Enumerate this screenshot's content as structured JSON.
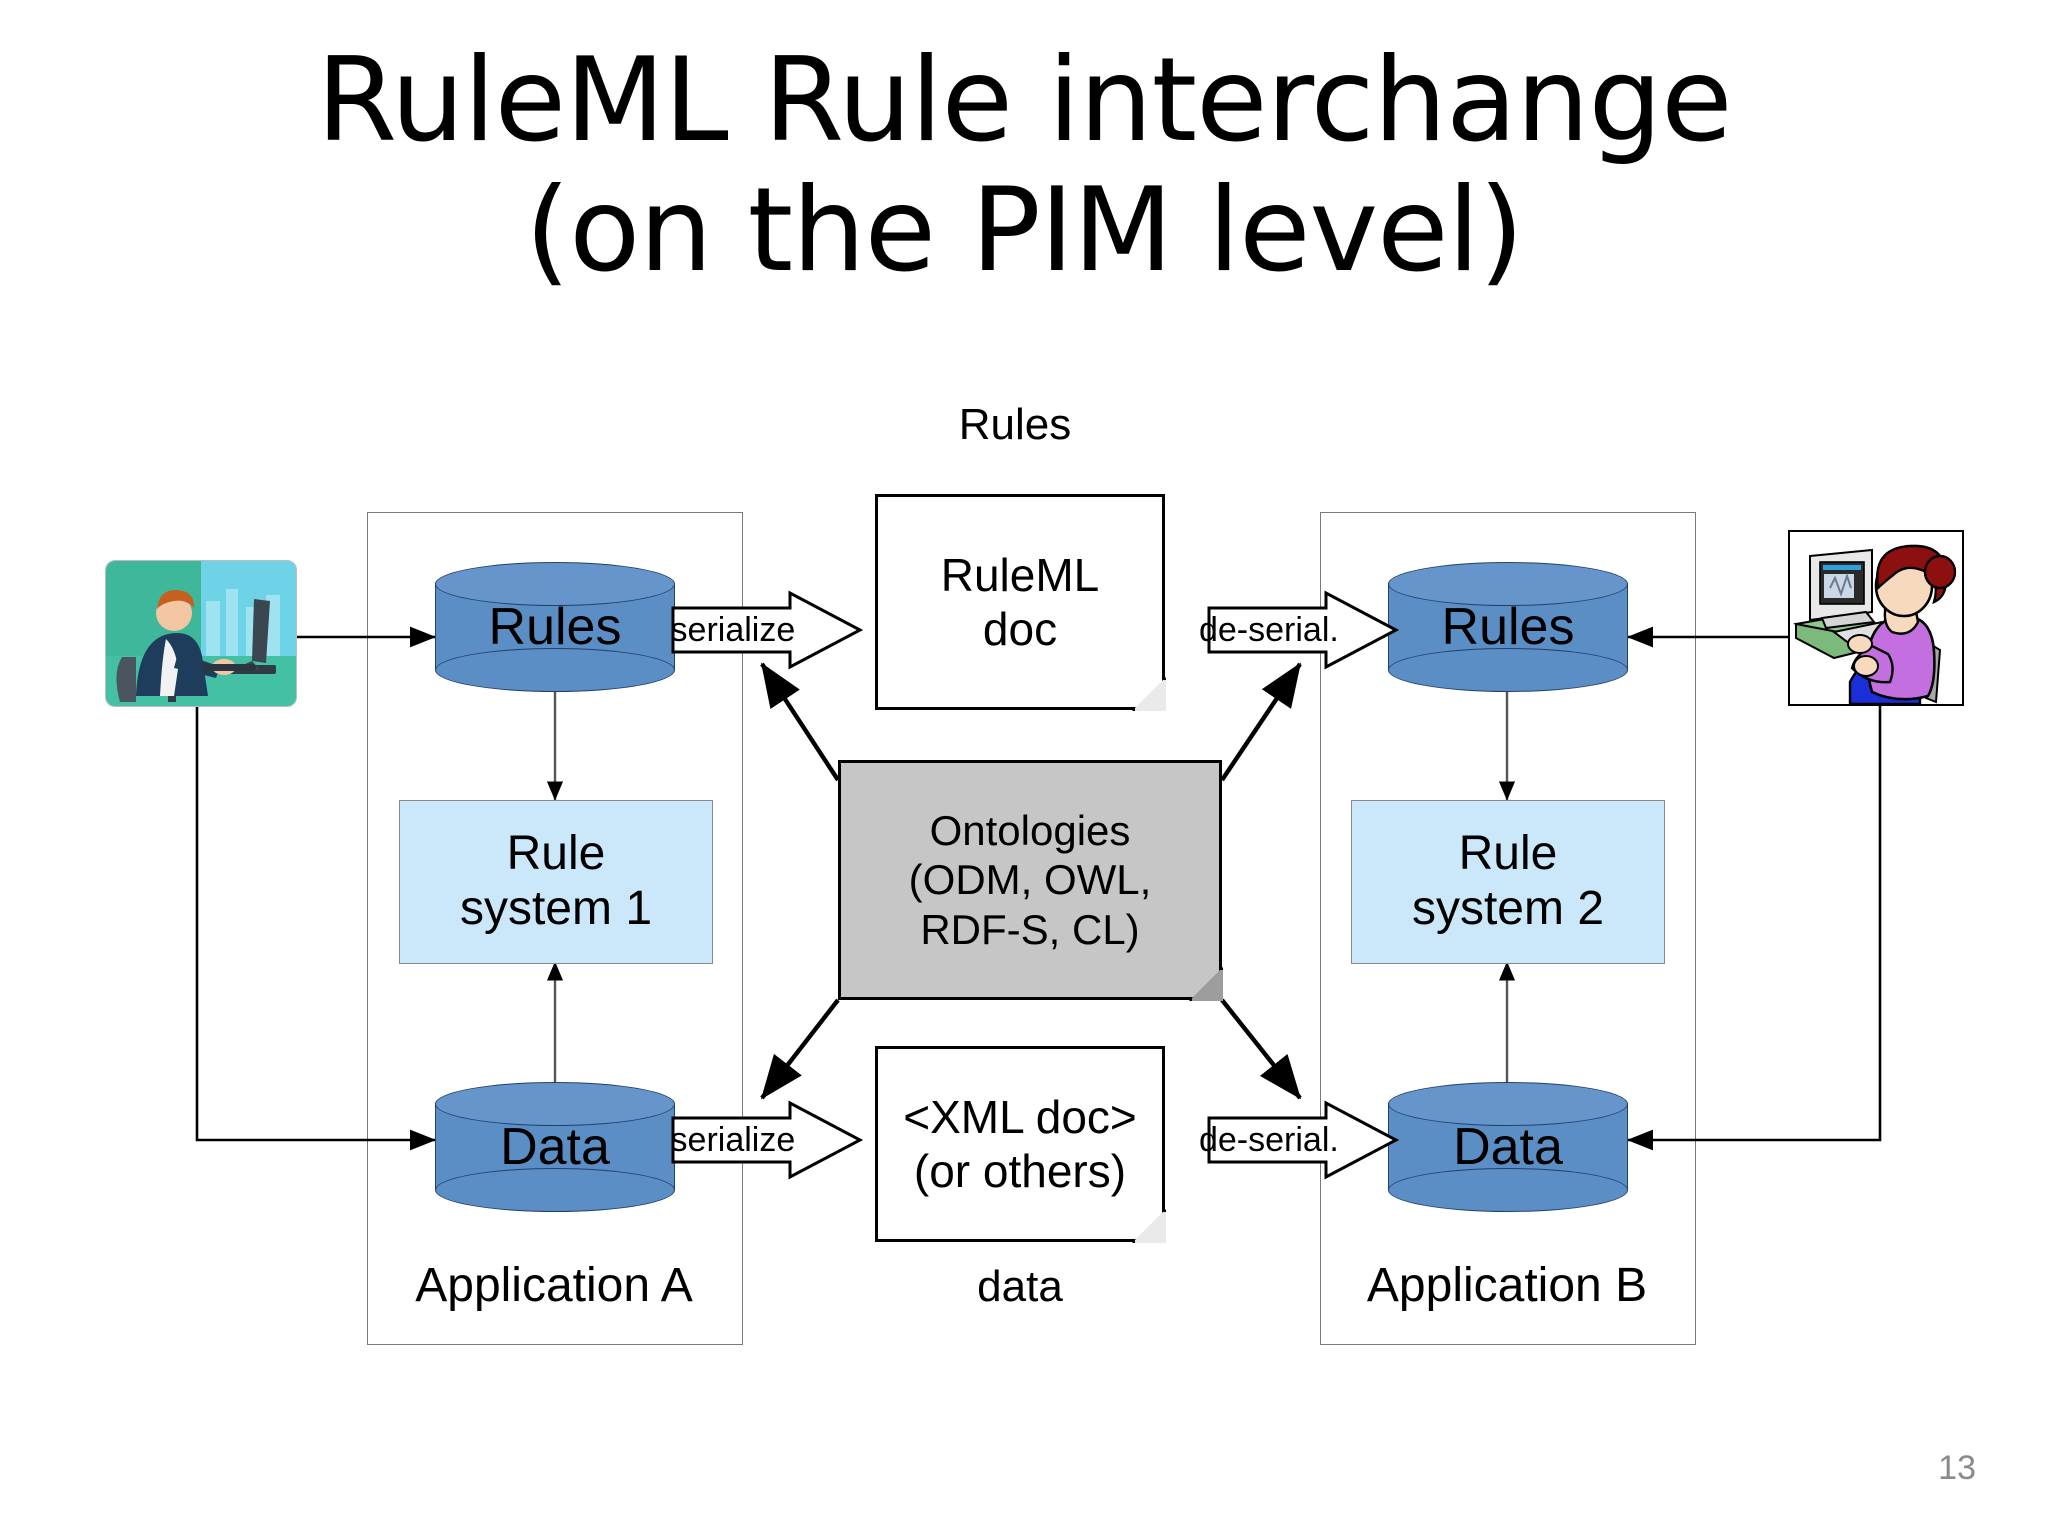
{
  "slide": {
    "title_line1": "RuleML Rule interchange",
    "title_line2": "(on the PIM level)",
    "page_number": "13"
  },
  "captions": {
    "rules_top": "Rules",
    "data_bottom": "data"
  },
  "application_a": {
    "label": "Application A",
    "rules_store": "Rules",
    "rule_system": "Rule\nsystem 1",
    "rule_system_line1": "Rule",
    "rule_system_line2": "system 1",
    "data_store": "Data",
    "user_icon": "person-at-desk-flat-icon"
  },
  "application_b": {
    "label": "Application B",
    "rules_store": "Rules",
    "rule_system_line1": "Rule",
    "rule_system_line2": "system 2",
    "data_store": "Data",
    "user_icon": "woman-at-computer-clipart-icon"
  },
  "interchange": {
    "ruleml_doc_line1": "RuleML",
    "ruleml_doc_line2": "doc",
    "xml_doc_line1": "<XML doc>",
    "xml_doc_line2": "(or others)",
    "ontologies_line1": "Ontologies",
    "ontologies_line2": "(ODM, OWL,",
    "ontologies_line3": "RDF-S, CL)"
  },
  "arrows": {
    "serialize_rules": "serialize",
    "serialize_data": "serialize",
    "deserialize_rules": "de-serial.",
    "deserialize_data": "de-serial."
  },
  "colors": {
    "cylinder_fill": "#5b8ec4",
    "cylinder_top": "#6695cb",
    "cylinder_stroke": "#22416b",
    "rule_system_fill": "#cbe8fa",
    "ontologies_fill": "#c6c6c6",
    "container_stroke": "#7a7a7a",
    "page_number": "#8a8a8a"
  }
}
